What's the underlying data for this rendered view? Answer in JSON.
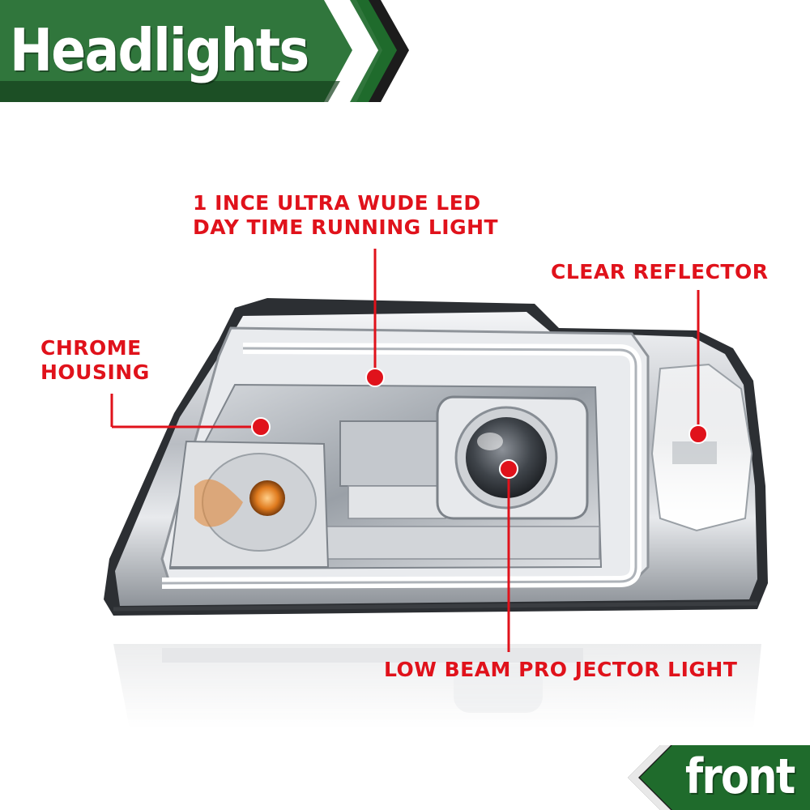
{
  "banner": {
    "title": "Headlights",
    "footer": "front"
  },
  "callouts": {
    "drl_line1": "1 INCE ULTRA WUDE LED",
    "drl_line2": "DAY TIME RUNNING LIGHT",
    "clear_reflector": "CLEAR REFLECTOR",
    "chrome_line1": "CHROME",
    "chrome_line2": "HOUSING",
    "low_beam": "LOW BEAM PRO JECTOR LIGHT"
  },
  "colors": {
    "banner_green": "#1f6b2c",
    "banner_dark": "#1c1c1c",
    "callout_red": "#e0121b",
    "chrome": "#c9ccd0"
  }
}
